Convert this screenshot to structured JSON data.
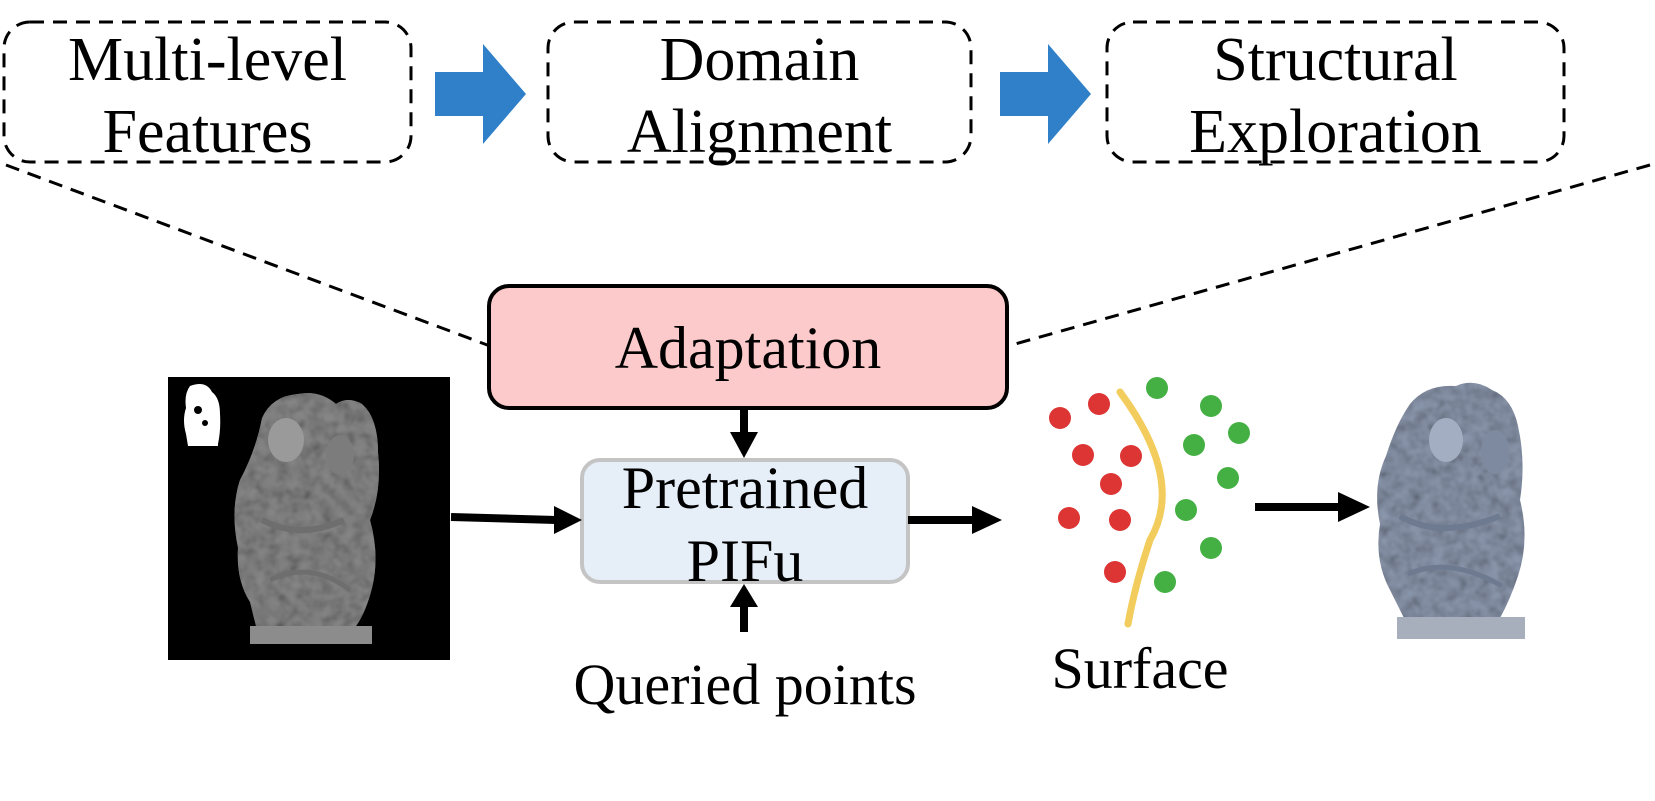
{
  "stages": [
    {
      "line1": "Multi-level",
      "line2": "Features"
    },
    {
      "line1": "Domain",
      "line2": "Alignment"
    },
    {
      "line1": "Structural",
      "line2": "Exploration"
    }
  ],
  "adaptation": {
    "label": "Adaptation"
  },
  "pifu": {
    "line1": "Pretrained",
    "line2": "PIFu"
  },
  "queried": {
    "label": "Queried points"
  },
  "surface": {
    "label": "Surface"
  },
  "colors": {
    "arrow_blue": "#2F80C8",
    "adaptation_fill": "#FCCACA",
    "pifu_fill": "#E6EEF8",
    "pifu_border": "#C4C4C4",
    "inside_point": "#DD3434",
    "outside_point": "#44B044",
    "surface_curve": "#F2CC5C",
    "statue_gray": "#8A8A8A",
    "statue_blue": "#8E9AB0"
  }
}
